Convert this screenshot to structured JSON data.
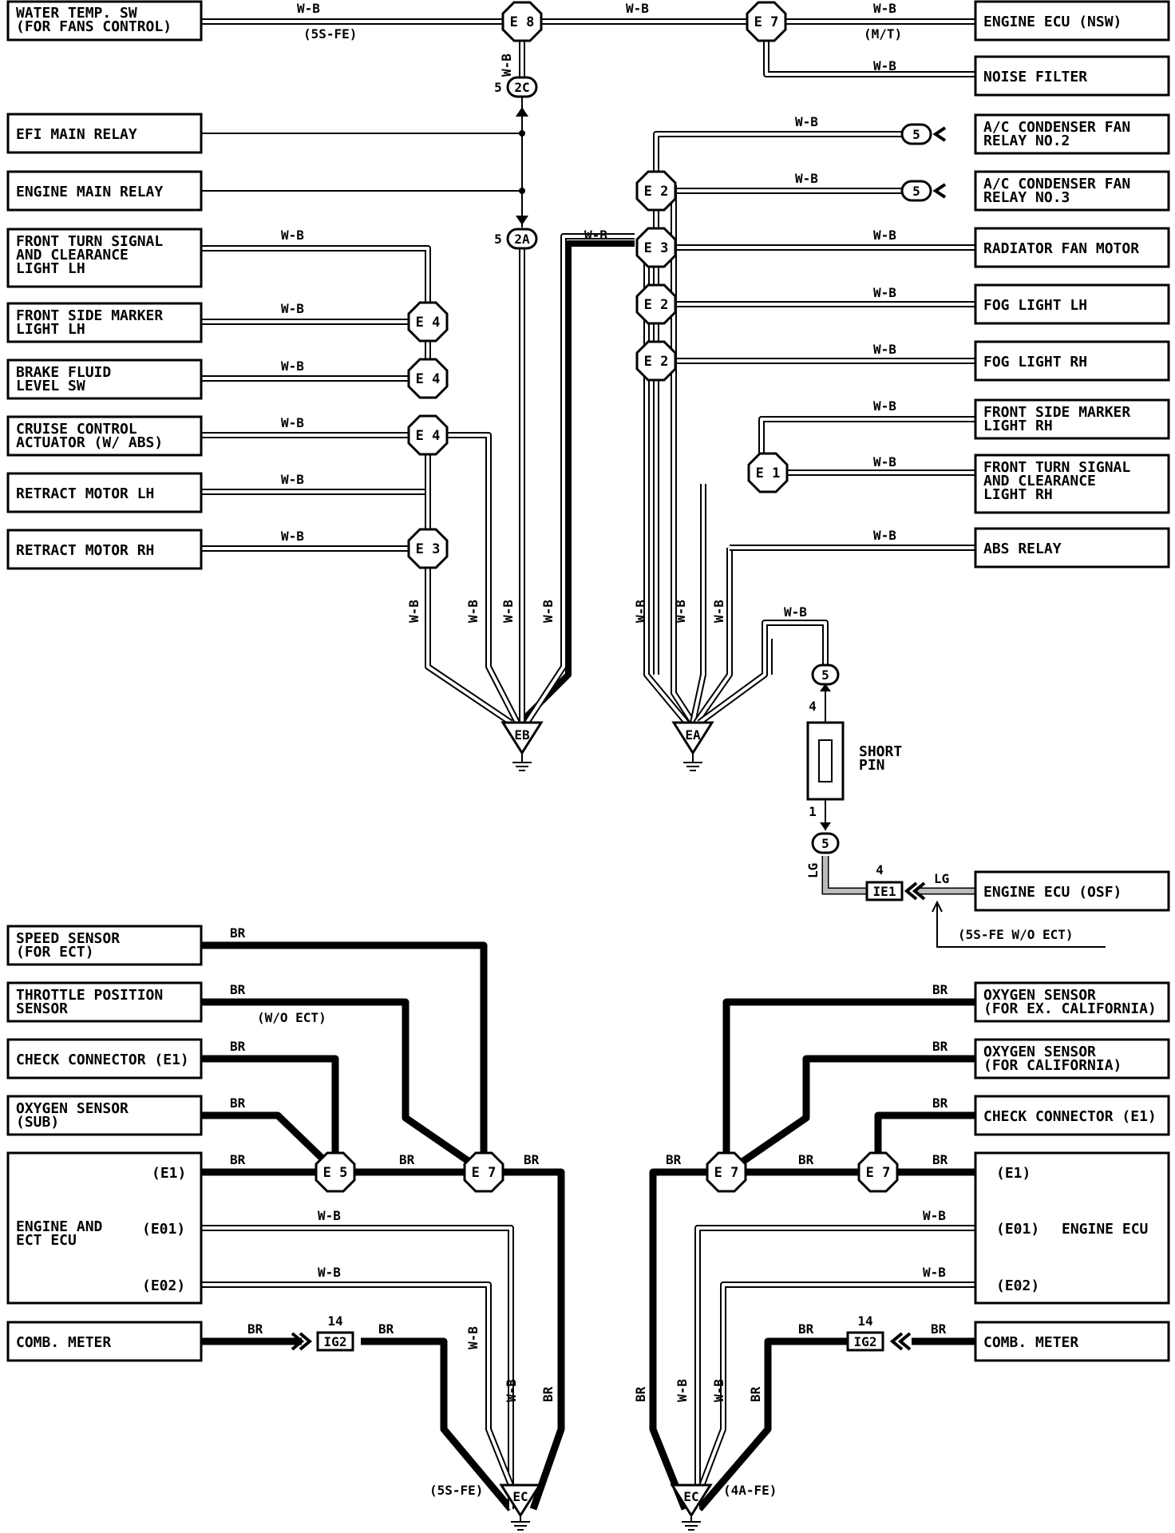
{
  "components": {
    "water_temp_sw": [
      "WATER TEMP. SW",
      "(FOR FANS CONTROL)"
    ],
    "efi_main_relay": [
      "EFI MAIN RELAY"
    ],
    "engine_main_relay": [
      "ENGINE MAIN RELAY"
    ],
    "front_turn_lh": [
      "FRONT TURN SIGNAL",
      "AND CLEARANCE",
      "LIGHT LH"
    ],
    "front_side_marker_lh": [
      "FRONT SIDE MARKER",
      "LIGHT LH"
    ],
    "brake_fluid": [
      "BRAKE FLUID",
      "LEVEL SW"
    ],
    "cruise_control": [
      "CRUISE CONTROL",
      "ACTUATOR (W/ ABS)"
    ],
    "retract_lh": [
      "RETRACT MOTOR LH"
    ],
    "retract_rh": [
      "RETRACT MOTOR RH"
    ],
    "engine_ecu_nsw": [
      "ENGINE ECU (NSW)"
    ],
    "noise_filter": [
      "NOISE FILTER"
    ],
    "ac_fan_relay2": [
      "A/C CONDENSER FAN",
      "RELAY NO.2"
    ],
    "ac_fan_relay3": [
      "A/C CONDENSER FAN",
      "RELAY NO.3"
    ],
    "radiator_fan": [
      "RADIATOR FAN MOTOR"
    ],
    "fog_lh": [
      "FOG LIGHT LH"
    ],
    "fog_rh": [
      "FOG LIGHT RH"
    ],
    "front_side_marker_rh": [
      "FRONT SIDE MARKER",
      "LIGHT RH"
    ],
    "front_turn_rh": [
      "FRONT TURN SIGNAL",
      "AND CLEARANCE",
      "LIGHT RH"
    ],
    "abs_relay": [
      "ABS RELAY"
    ],
    "engine_ecu_osf": [
      "ENGINE ECU (OSF)"
    ],
    "speed_sensor": [
      "SPEED SENSOR",
      "(FOR ECT)"
    ],
    "throttle_sensor": [
      "THROTTLE POSITION",
      "SENSOR"
    ],
    "check_conn_l": [
      "CHECK CONNECTOR (E1)"
    ],
    "oxygen_sub": [
      "OXYGEN SENSOR",
      "(SUB)"
    ],
    "engine_ect_ecu": [
      "ENGINE AND",
      "ECT ECU"
    ],
    "comb_meter_l": [
      "COMB. METER"
    ],
    "oxygen_ex_cal": [
      "OXYGEN SENSOR",
      "(FOR EX. CALIFORNIA)"
    ],
    "oxygen_cal": [
      "OXYGEN SENSOR",
      "(FOR CALIFORNIA)"
    ],
    "check_conn_r": [
      "CHECK CONNECTOR (E1)"
    ],
    "engine_ecu_r": [
      "ENGINE ECU"
    ],
    "comb_meter_r": [
      "COMB. METER"
    ]
  },
  "pins": {
    "l_e1": "(E1)",
    "l_e01": "(E01)",
    "l_e02": "(E02)",
    "r_e1": "(E1)",
    "r_e01": "(E01)",
    "r_e02": "(E02)"
  },
  "junctions": {
    "e8": "E 8",
    "e7_top": "E 7",
    "e2_a": "E 2",
    "e3_r": "E 3",
    "e2_b": "E 2",
    "e2_c": "E 2",
    "e1_r": "E 1",
    "e4_a": "E 4",
    "e4_b": "E 4",
    "e4_c": "E 4",
    "e3_l": "E 3",
    "e5_bl": "E 5",
    "e7_bl": "E 7",
    "e7_br1": "E 7",
    "e7_br2": "E 7"
  },
  "connectors": {
    "c2c": "2C",
    "c2a": "2A",
    "c5_fan2": "5",
    "c5_fan3": "5",
    "c5_top": "5",
    "c5_bot": "5",
    "ie1": "IE1",
    "ig2_l": "IG2",
    "ig2_r": "IG2"
  },
  "pin_numbers": {
    "p2c": "5",
    "p2a": "5",
    "p_short_top": "4",
    "p_short_bot": "1",
    "p_ie1": "4",
    "p_ig2_l": "14",
    "p_ig2_r": "14"
  },
  "grounds": {
    "eb": "EB",
    "ea": "EA",
    "ec_l": "EC",
    "ec_r": "EC"
  },
  "short_pin": [
    "SHORT",
    "PIN"
  ],
  "notes": {
    "n_5sfe_top": "(5S-FE)",
    "n_mt": "(M/T)",
    "n_wo_ect": "(W/O ECT)",
    "n_5sfe_wo_ect": "(5S-FE W/O ECT)",
    "n_5sfe_bot": "(5S-FE)",
    "n_4afe": "(4A-FE)"
  },
  "wire_colors": {
    "wb": "W-B",
    "br": "BR",
    "lg": "LG"
  }
}
